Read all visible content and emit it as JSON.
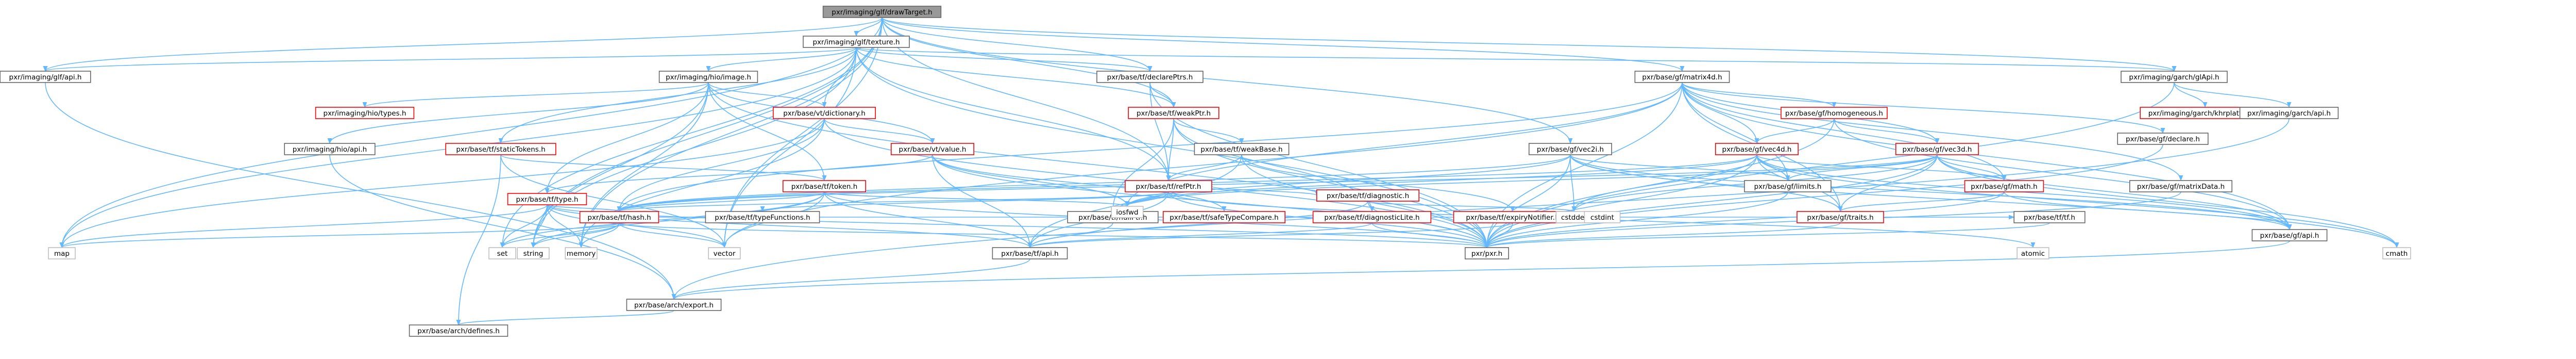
{
  "colors": {
    "root_fill": "#999999",
    "normal_fill": "#ffffff",
    "normal_border": "#666666",
    "missing_border": "#bfbfbf",
    "truncated_border": "#ff0000",
    "edge": "#63b8ff",
    "text": "#000000"
  },
  "nodes": [
    {
      "id": "root",
      "label": "pxr/imaging/glf/drawTarget.h",
      "kind": "root"
    },
    {
      "id": "texture",
      "label": "pxr/imaging/glf/texture.h",
      "kind": "normal"
    },
    {
      "id": "glfapi",
      "label": "pxr/imaging/glf/api.h",
      "kind": "normal"
    },
    {
      "id": "hiotypes",
      "label": "pxr/imaging/hio/image.h",
      "kind": "normal"
    },
    {
      "id": "refptr_decl",
      "label": "pxr/base/tf/declarePtrs.h",
      "kind": "normal"
    },
    {
      "id": "matrix4d",
      "label": "pxr/base/gf/matrix4d.h",
      "kind": "normal"
    },
    {
      "id": "garchglapi",
      "label": "pxr/imaging/garch/glApi.h",
      "kind": "normal"
    },
    {
      "id": "hio_types",
      "label": "pxr/imaging/hio/types.h",
      "kind": "truncated"
    },
    {
      "id": "hio_api",
      "label": "pxr/imaging/hio/api.h",
      "kind": "normal"
    },
    {
      "id": "tf_staticTokens",
      "label": "pxr/base/tf/staticTokens.h",
      "kind": "truncated"
    },
    {
      "id": "vt_dictionary",
      "label": "pxr/base/vt/dictionary.h",
      "kind": "truncated"
    },
    {
      "id": "vt_value",
      "label": "pxr/base/vt/value.h",
      "kind": "truncated"
    },
    {
      "id": "tf_weakPtr",
      "label": "pxr/base/tf/weakPtr.h",
      "kind": "truncated"
    },
    {
      "id": "tf_weakBase",
      "label": "pxr/base/tf/weakBase.h",
      "kind": "normal"
    },
    {
      "id": "tf_refPtr",
      "label": "pxr/base/tf/refPtr.h",
      "kind": "truncated"
    },
    {
      "id": "tf_token",
      "label": "pxr/base/tf/token.h",
      "kind": "truncated"
    },
    {
      "id": "tf_type",
      "label": "pxr/base/tf/type.h",
      "kind": "truncated"
    },
    {
      "id": "tf_hash",
      "label": "pxr/base/tf/hash.h",
      "kind": "truncated"
    },
    {
      "id": "tf_typeFunctions",
      "label": "pxr/base/tf/typeFunctions.h",
      "kind": "normal"
    },
    {
      "id": "tf_nullPtr",
      "label": "pxr/base/tf/nullPtr.h",
      "kind": "normal"
    },
    {
      "id": "tf_safeTypeCompare",
      "label": "pxr/base/tf/safeTypeCompare.h",
      "kind": "truncated"
    },
    {
      "id": "tf_diagnostic",
      "label": "pxr/base/tf/diagnostic.h",
      "kind": "truncated"
    },
    {
      "id": "tf_diagnosticLite",
      "label": "pxr/base/tf/diagnosticLite.h",
      "kind": "truncated"
    },
    {
      "id": "tf_api",
      "label": "pxr/base/tf/api.h",
      "kind": "normal"
    },
    {
      "id": "tf_expiryNotifier",
      "label": "pxr/base/tf/expiryNotifier.h",
      "kind": "truncated"
    },
    {
      "id": "vec2i",
      "label": "pxr/base/gf/vec2i.h",
      "kind": "normal"
    },
    {
      "id": "gf_homogeneous",
      "label": "pxr/base/gf/homogeneous.h",
      "kind": "truncated"
    },
    {
      "id": "gf_declare",
      "label": "pxr/base/gf/declare.h",
      "kind": "normal"
    },
    {
      "id": "gf_vec4d",
      "label": "pxr/base/gf/vec4d.h",
      "kind": "truncated"
    },
    {
      "id": "gf_vec3d",
      "label": "pxr/base/gf/vec3d.h",
      "kind": "truncated"
    },
    {
      "id": "gf_matrixData",
      "label": "pxr/base/gf/matrixData.h",
      "kind": "normal"
    },
    {
      "id": "gf_limits",
      "label": "pxr/base/gf/limits.h",
      "kind": "normal"
    },
    {
      "id": "gf_math",
      "label": "pxr/base/gf/math.h",
      "kind": "truncated"
    },
    {
      "id": "gf_traits",
      "label": "pxr/base/gf/traits.h",
      "kind": "truncated"
    },
    {
      "id": "gf_api",
      "label": "pxr/base/gf/api.h",
      "kind": "normal"
    },
    {
      "id": "tf_tf",
      "label": "pxr/base/tf/tf.h",
      "kind": "normal"
    },
    {
      "id": "pxr",
      "label": "pxr/pxr.h",
      "kind": "normal"
    },
    {
      "id": "arch_export",
      "label": "pxr/base/arch/export.h",
      "kind": "normal"
    },
    {
      "id": "arch_defines",
      "label": "pxr/base/arch/defines.h",
      "kind": "normal"
    },
    {
      "id": "garch_khr",
      "label": "pxr/imaging/garch/khrplatform.h",
      "kind": "truncated"
    },
    {
      "id": "garch_api",
      "label": "pxr/imaging/garch/api.h",
      "kind": "normal"
    },
    {
      "id": "atomic",
      "label": "atomic",
      "kind": "missing"
    },
    {
      "id": "cmath",
      "label": "cmath",
      "kind": "missing"
    },
    {
      "id": "cstddef",
      "label": "cstddef",
      "kind": "missing"
    },
    {
      "id": "cstdint",
      "label": "cstdint",
      "kind": "missing"
    },
    {
      "id": "map",
      "label": "map",
      "kind": "missing"
    },
    {
      "id": "set",
      "label": "set",
      "kind": "missing"
    },
    {
      "id": "string",
      "label": "string",
      "kind": "missing"
    },
    {
      "id": "memory",
      "label": "memory",
      "kind": "missing"
    },
    {
      "id": "vector",
      "label": "vector",
      "kind": "missing"
    },
    {
      "id": "iosfwd",
      "label": "iosfwd",
      "kind": "missing"
    }
  ],
  "edges": [
    [
      "root",
      "glfapi"
    ],
    [
      "root",
      "texture"
    ],
    [
      "root",
      "refptr_decl"
    ],
    [
      "root",
      "matrix4d"
    ],
    [
      "root",
      "vec2i"
    ],
    [
      "root",
      "garchglapi"
    ],
    [
      "root",
      "map"
    ],
    [
      "root",
      "set"
    ],
    [
      "root",
      "string"
    ],
    [
      "root",
      "memory"
    ],
    [
      "root",
      "vector"
    ],
    [
      "root",
      "tf_refPtr"
    ],
    [
      "root",
      "tf_weakPtr"
    ],
    [
      "texture",
      "glfapi"
    ],
    [
      "texture",
      "hiotypes"
    ],
    [
      "texture",
      "vt_dictionary"
    ],
    [
      "texture",
      "refptr_decl"
    ],
    [
      "texture",
      "tf_refPtr"
    ],
    [
      "texture",
      "tf_staticTokens"
    ],
    [
      "texture",
      "tf_weakPtr"
    ],
    [
      "texture",
      "garchglapi"
    ],
    [
      "texture",
      "pxr"
    ],
    [
      "texture",
      "map"
    ],
    [
      "texture",
      "string"
    ],
    [
      "texture",
      "vector"
    ],
    [
      "glfapi",
      "arch_export"
    ],
    [
      "hiotypes",
      "hio_types"
    ],
    [
      "hiotypes",
      "hio_api"
    ],
    [
      "hiotypes",
      "tf_token"
    ],
    [
      "hiotypes",
      "tf_type"
    ],
    [
      "hiotypes",
      "vt_dictionary"
    ],
    [
      "hiotypes",
      "vt_value"
    ],
    [
      "hiotypes",
      "memory"
    ],
    [
      "hiotypes",
      "string"
    ],
    [
      "hiotypes",
      "pxr"
    ],
    [
      "hio_api",
      "arch_export"
    ],
    [
      "tf_staticTokens",
      "tf_token"
    ],
    [
      "tf_staticTokens",
      "vector"
    ],
    [
      "tf_staticTokens",
      "arch_defines"
    ],
    [
      "vt_dictionary",
      "vt_value"
    ],
    [
      "vt_dictionary",
      "tf_hash"
    ],
    [
      "vt_dictionary",
      "map"
    ],
    [
      "vt_dictionary",
      "memory"
    ],
    [
      "vt_dictionary",
      "pxr"
    ],
    [
      "vt_value",
      "tf_safeTypeCompare"
    ],
    [
      "vt_value",
      "tf_type"
    ],
    [
      "vt_value",
      "pxr"
    ],
    [
      "vt_value",
      "iosfwd"
    ],
    [
      "vt_value",
      "tf_api"
    ],
    [
      "refptr_decl",
      "tf_weakPtr"
    ],
    [
      "refptr_decl",
      "tf_refPtr"
    ],
    [
      "refptr_decl",
      "pxr"
    ],
    [
      "tf_weakPtr",
      "tf_refPtr"
    ],
    [
      "tf_weakPtr",
      "tf_weakBase"
    ],
    [
      "tf_weakPtr",
      "tf_nullPtr"
    ],
    [
      "tf_weakPtr",
      "tf_diagnosticLite"
    ],
    [
      "tf_weakPtr",
      "pxr"
    ],
    [
      "tf_weakBase",
      "tf_refPtr"
    ],
    [
      "tf_weakBase",
      "tf_expiryNotifier"
    ],
    [
      "tf_weakBase",
      "tf_api"
    ],
    [
      "tf_weakBase",
      "pxr"
    ],
    [
      "tf_refPtr",
      "tf_diagnostic"
    ],
    [
      "tf_refPtr",
      "tf_typeFunctions"
    ],
    [
      "tf_refPtr",
      "tf_nullPtr"
    ],
    [
      "tf_refPtr",
      "tf_hash"
    ],
    [
      "tf_refPtr",
      "tf_api"
    ],
    [
      "tf_refPtr",
      "pxr"
    ],
    [
      "tf_refPtr",
      "atomic"
    ],
    [
      "tf_token",
      "tf_hash"
    ],
    [
      "tf_token",
      "tf_api"
    ],
    [
      "tf_token",
      "pxr"
    ],
    [
      "tf_token",
      "string"
    ],
    [
      "tf_token",
      "vector"
    ],
    [
      "tf_token",
      "set"
    ],
    [
      "tf_token",
      "iosfwd"
    ],
    [
      "tf_type",
      "tf_hash"
    ],
    [
      "tf_type",
      "tf_api"
    ],
    [
      "tf_type",
      "pxr"
    ],
    [
      "tf_type",
      "memory"
    ],
    [
      "tf_type",
      "set"
    ],
    [
      "tf_type",
      "string"
    ],
    [
      "tf_type",
      "vector"
    ],
    [
      "tf_type",
      "map"
    ],
    [
      "tf_hash",
      "tf_tf"
    ],
    [
      "tf_hash",
      "pxr"
    ],
    [
      "tf_hash",
      "memory"
    ],
    [
      "tf_hash",
      "string"
    ],
    [
      "tf_hash",
      "vector"
    ],
    [
      "tf_hash",
      "map"
    ],
    [
      "tf_hash",
      "set"
    ],
    [
      "tf_nullPtr",
      "tf_api"
    ],
    [
      "tf_diagnostic",
      "tf_diagnosticLite"
    ],
    [
      "tf_diagnostic",
      "pxr"
    ],
    [
      "tf_diagnostic",
      "cstddef"
    ],
    [
      "tf_diagnostic",
      "tf_api"
    ],
    [
      "tf_diagnosticLite",
      "tf_api"
    ],
    [
      "tf_diagnosticLite",
      "pxr"
    ],
    [
      "tf_expiryNotifier",
      "tf_api"
    ],
    [
      "tf_expiryNotifier",
      "pxr"
    ],
    [
      "tf_api",
      "arch_export"
    ],
    [
      "matrix4d",
      "gf_declare"
    ],
    [
      "matrix4d",
      "gf_matrixData"
    ],
    [
      "matrix4d",
      "gf_vec3d"
    ],
    [
      "matrix4d",
      "gf_vec4d"
    ],
    [
      "matrix4d",
      "gf_homogeneous"
    ],
    [
      "matrix4d",
      "gf_limits"
    ],
    [
      "matrix4d",
      "gf_math"
    ],
    [
      "matrix4d",
      "gf_api"
    ],
    [
      "matrix4d",
      "gf_traits"
    ],
    [
      "matrix4d",
      "tf_hash"
    ],
    [
      "matrix4d",
      "pxr"
    ],
    [
      "matrix4d",
      "iosfwd"
    ],
    [
      "matrix4d",
      "vector"
    ],
    [
      "vec2i",
      "gf_limits"
    ],
    [
      "vec2i",
      "gf_traits"
    ],
    [
      "vec2i",
      "gf_api"
    ],
    [
      "vec2i",
      "tf_hash"
    ],
    [
      "vec2i",
      "pxr"
    ],
    [
      "vec2i",
      "cstddef"
    ],
    [
      "vec2i",
      "iosfwd"
    ],
    [
      "vec2i",
      "cmath"
    ],
    [
      "gf_homogeneous",
      "gf_vec3d"
    ],
    [
      "gf_homogeneous",
      "gf_vec4d"
    ],
    [
      "gf_homogeneous",
      "gf_api"
    ],
    [
      "gf_homogeneous",
      "pxr"
    ],
    [
      "gf_declare",
      "pxr"
    ],
    [
      "gf_vec4d",
      "gf_limits"
    ],
    [
      "gf_vec4d",
      "gf_traits"
    ],
    [
      "gf_vec4d",
      "gf_math"
    ],
    [
      "gf_vec4d",
      "gf_api"
    ],
    [
      "gf_vec4d",
      "tf_hash"
    ],
    [
      "gf_vec4d",
      "pxr"
    ],
    [
      "gf_vec4d",
      "cstddef"
    ],
    [
      "gf_vec4d",
      "cmath"
    ],
    [
      "gf_vec4d",
      "iosfwd"
    ],
    [
      "gf_vec3d",
      "gf_limits"
    ],
    [
      "gf_vec3d",
      "gf_traits"
    ],
    [
      "gf_vec3d",
      "gf_math"
    ],
    [
      "gf_vec3d",
      "gf_api"
    ],
    [
      "gf_vec3d",
      "tf_hash"
    ],
    [
      "gf_vec3d",
      "pxr"
    ],
    [
      "gf_vec3d",
      "cstddef"
    ],
    [
      "gf_vec3d",
      "cmath"
    ],
    [
      "gf_vec3d",
      "iosfwd"
    ],
    [
      "gf_matrixData",
      "pxr"
    ],
    [
      "gf_limits",
      "pxr"
    ],
    [
      "gf_math",
      "gf_api"
    ],
    [
      "gf_math",
      "gf_traits"
    ],
    [
      "gf_math",
      "pxr"
    ],
    [
      "gf_traits",
      "pxr"
    ],
    [
      "gf_api",
      "arch_export"
    ],
    [
      "tf_tf",
      "pxr"
    ],
    [
      "garchglapi",
      "garch_khr"
    ],
    [
      "garchglapi",
      "garch_api"
    ],
    [
      "garchglapi",
      "pxr"
    ],
    [
      "garch_api",
      "arch_export"
    ],
    [
      "arch_export",
      "arch_defines"
    ]
  ]
}
